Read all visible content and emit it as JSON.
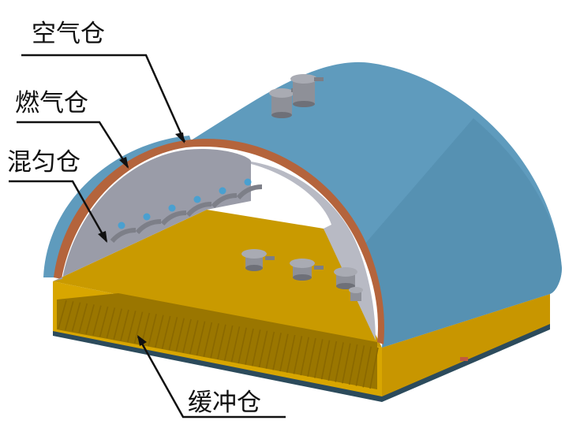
{
  "labels": {
    "air_chamber": "空气仓",
    "fuel_chamber": "燃气仓",
    "mixing_chamber": "混匀仓",
    "buffer_chamber": "缓冲仓"
  },
  "colors": {
    "dome": "#5f9bbd",
    "dome_shadow": "#3f7596",
    "copper": "#b4643c",
    "inner_wall": "#9a9ca8",
    "base_yellow": "#d6a400",
    "base_dark": "#a88000",
    "grille_line": "#8a6800",
    "bottom_plate": "#2c4b5c",
    "valve_gray": "#8e9098",
    "nozzle_blue": "#4aa0d0"
  }
}
